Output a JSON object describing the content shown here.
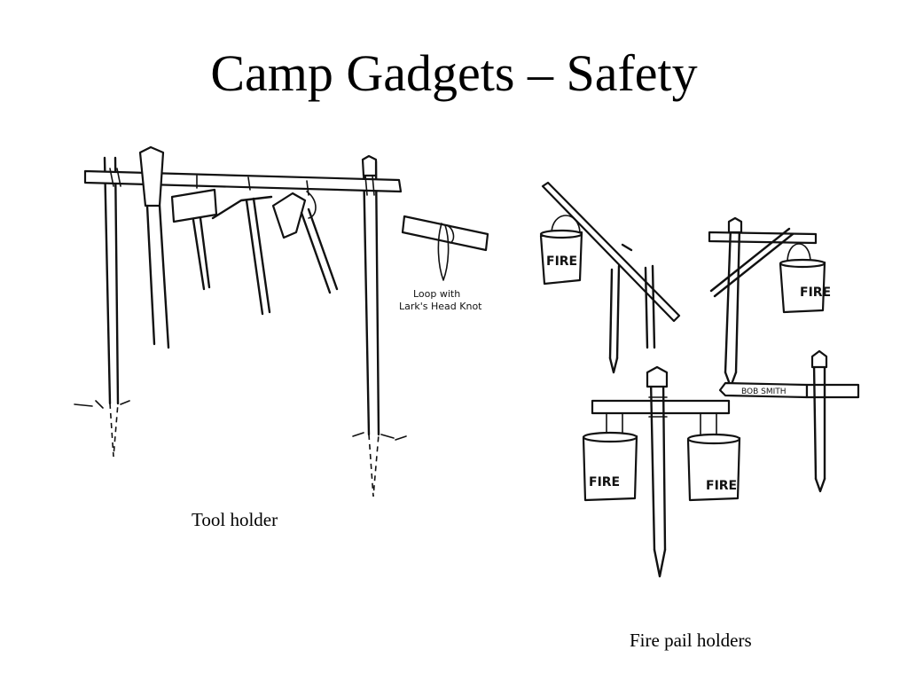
{
  "slide": {
    "title": "Camp Gadgets – Safety",
    "captions": {
      "tool_holder": "Tool holder",
      "fire_pail_holders": "Fire pail holders"
    }
  },
  "illustration_labels": {
    "loop_line1": "Loop with",
    "loop_line2": "Lark's Head Knot",
    "pail": "FIRE",
    "name_tag": "BOB SMITH"
  }
}
